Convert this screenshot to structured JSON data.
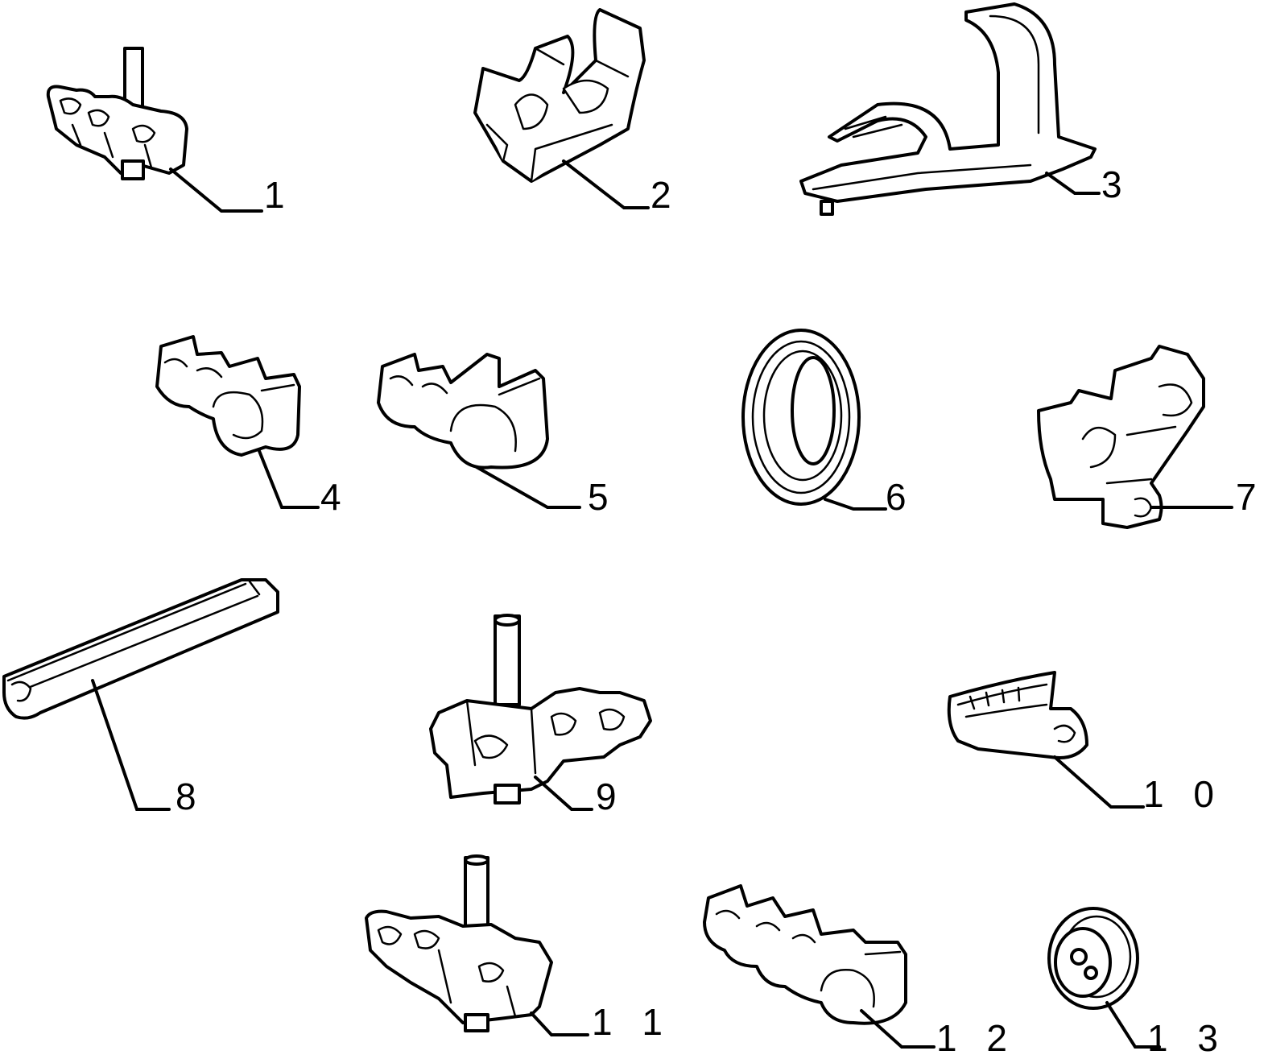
{
  "callouts": [
    {
      "id": "1",
      "label": "1"
    },
    {
      "id": "2",
      "label": "2"
    },
    {
      "id": "3",
      "label": "3"
    },
    {
      "id": "4",
      "label": "4"
    },
    {
      "id": "5",
      "label": "5"
    },
    {
      "id": "6",
      "label": "6"
    },
    {
      "id": "7",
      "label": "7"
    },
    {
      "id": "8",
      "label": "8"
    },
    {
      "id": "9",
      "label": "9"
    },
    {
      "id": "10",
      "label": "1 0"
    },
    {
      "id": "11",
      "label": "1 1"
    },
    {
      "id": "12",
      "label": "1 2"
    },
    {
      "id": "13",
      "label": "1 3"
    }
  ]
}
